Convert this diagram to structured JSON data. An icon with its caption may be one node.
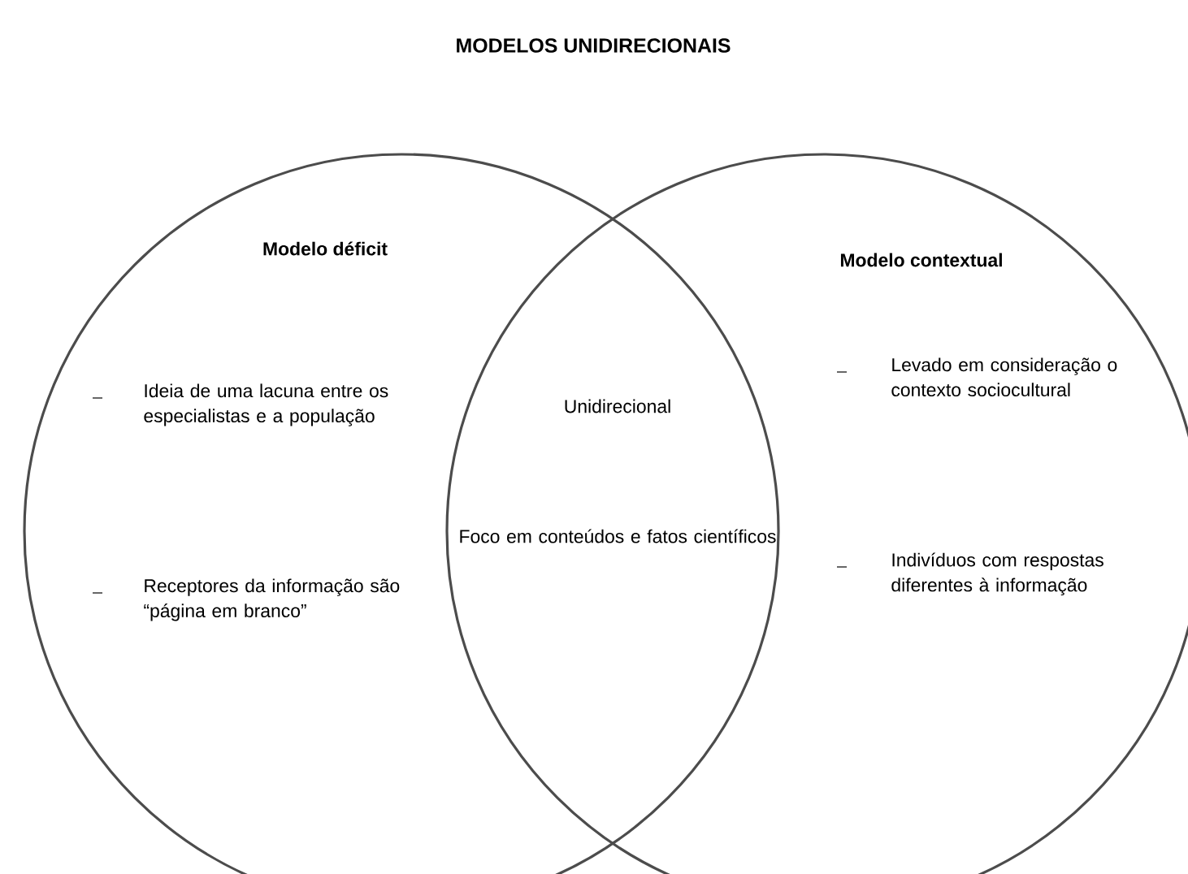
{
  "diagram": {
    "title": "MODELOS UNIDIRECIONAIS",
    "nodes": [
      {
        "text": [
          "Modelo déficit",
          "Ideia de uma lacuna entre os especialistas e a população",
          "Receptores da informação são “página em branco”"
        ]
      },
      {
        "text": [
          "Modelo contextual",
          "Levado em consideração o contexto sociocultural",
          "Indivíduos com respostas diferentes à informação"
        ]
      }
    ],
    "labels": [
      "Unidirecional",
      "Foco em conteúdos e fatos científicos"
    ]
  }
}
